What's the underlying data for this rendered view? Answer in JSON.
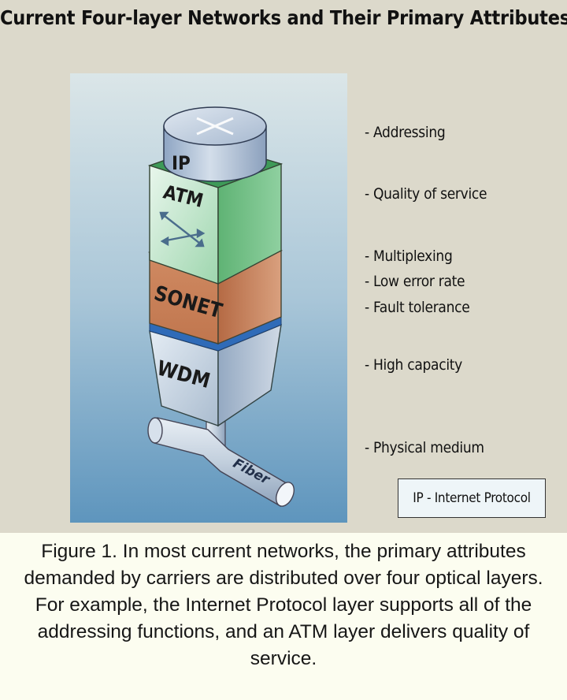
{
  "title": "Current Four-layer Networks and Their Primary Attributes",
  "layers": {
    "ip": "IP",
    "atm": "ATM",
    "sonet": "SONET",
    "wdm": "WDM",
    "fiber": "Fiber"
  },
  "attributes": [
    "- Addressing",
    "- Quality of service",
    "- Multiplexing",
    "- Low error rate",
    "- Fault tolerance",
    "- High capacity",
    "- Physical medium"
  ],
  "legend": "IP - Internet Protocol",
  "caption": "Figure 1. In most current networks, the primary attributes demanded by carriers are distributed over four optical layers. For example, the Internet Protocol layer supports all of the addressing functions, and an ATM layer delivers quality of service.",
  "colors": {
    "ip": "#b4c6dc",
    "atm": "#7cc48c",
    "sonet": "#c9825c",
    "wdm": "#c6d2e0",
    "wdm_band": "#2f6bb8",
    "fiber": "#c4d0de",
    "background_top": "#dbe6e8",
    "background_bottom": "#5e95bd"
  }
}
